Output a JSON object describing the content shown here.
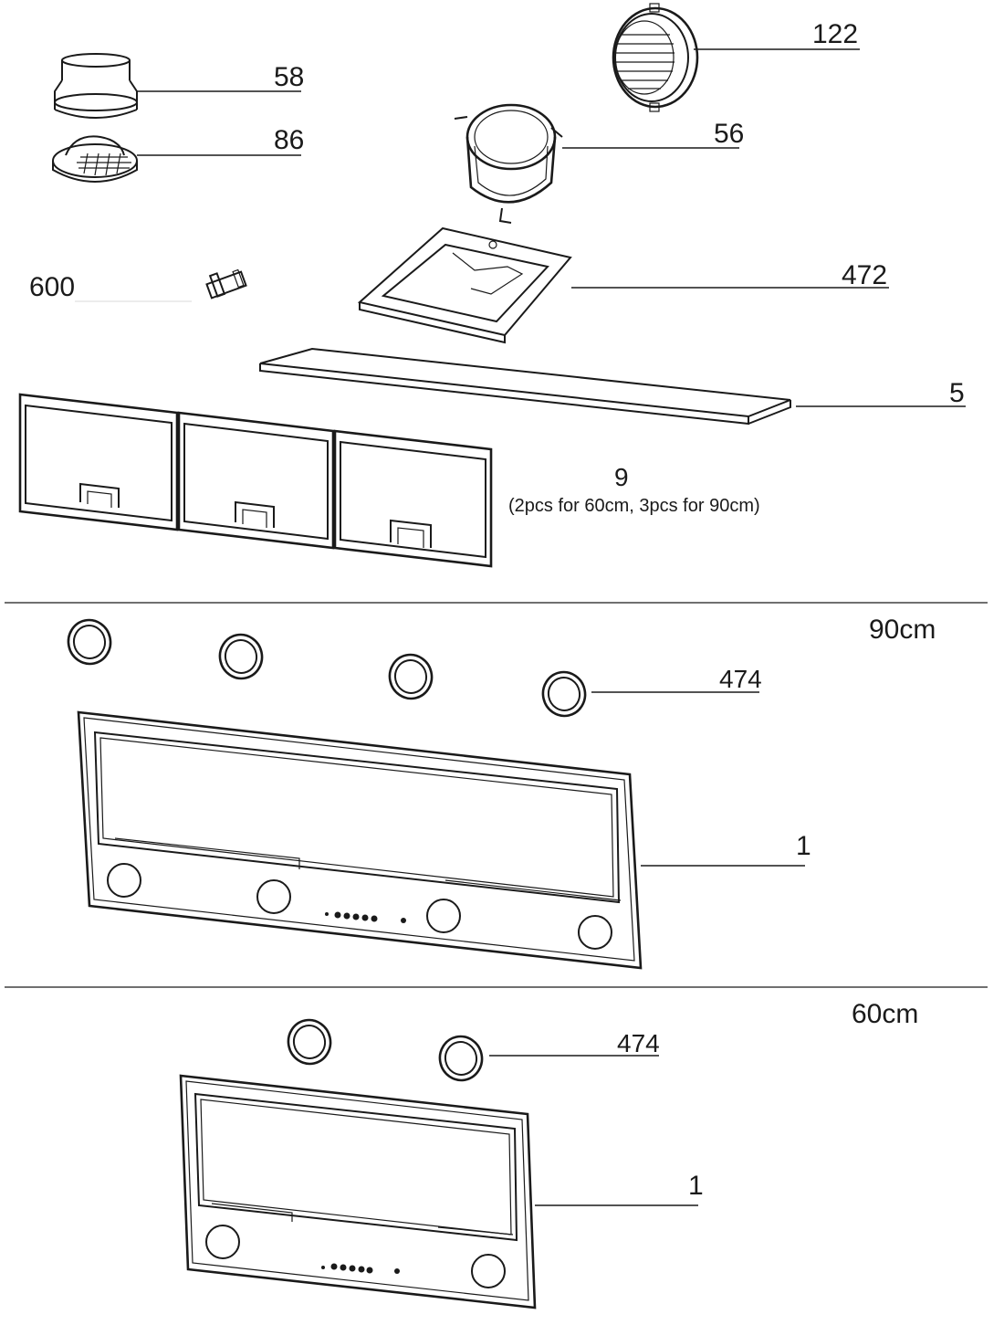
{
  "parts": {
    "p122": "122",
    "p58": "58",
    "p56": "56",
    "p86": "86",
    "p600": "600",
    "p472": "472",
    "p5": "5",
    "p9": "9",
    "p9_note": "(2pcs for 60cm, 3pcs for 90cm)"
  },
  "section_90": {
    "size": "90cm",
    "light_part": "474",
    "panel_part": "1"
  },
  "section_60": {
    "size": "60cm",
    "light_part": "474",
    "panel_part": "1"
  },
  "colors": {
    "line": "#1a1a1a",
    "background": "#ffffff",
    "fill_light": "#ececec"
  }
}
